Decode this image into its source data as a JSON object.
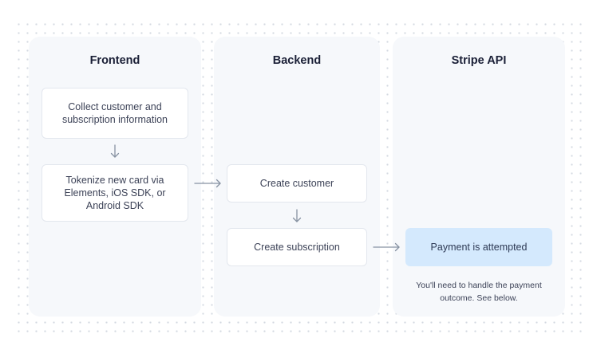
{
  "columns": {
    "frontend": {
      "title": "Frontend",
      "boxes": {
        "collect": "Collect customer and subscription information",
        "tokenize": "Tokenize new card via Elements, iOS SDK, or Android SDK"
      }
    },
    "backend": {
      "title": "Backend",
      "boxes": {
        "create_customer": "Create customer",
        "create_subscription": "Create subscription"
      }
    },
    "stripe_api": {
      "title": "Stripe API",
      "boxes": {
        "payment": "Payment is attempted"
      },
      "note": "You'll need to handle the payment outcome. See below."
    }
  },
  "colors": {
    "panel": "#f6f8fb",
    "highlight": "#d4e9fd",
    "arrow": "#8792a2"
  }
}
